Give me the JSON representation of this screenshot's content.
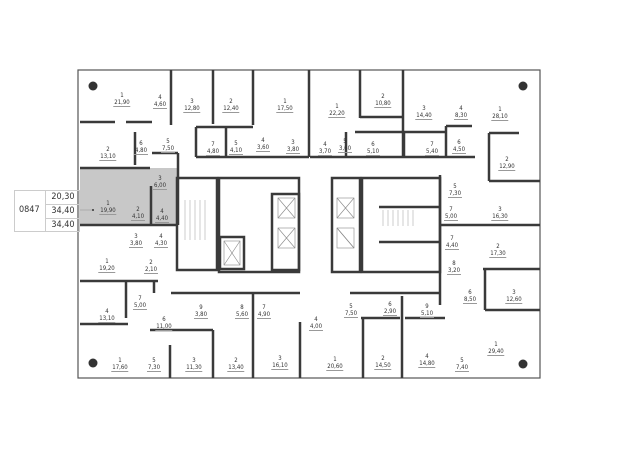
{
  "apartment": {
    "number": "0847",
    "areas": [
      "20,30",
      "34,40",
      "34,40"
    ]
  },
  "colors": {
    "wall": "#3a3a3a",
    "selected": "#c8c8c8",
    "line": "#999999"
  },
  "rooms": [
    {
      "n": "1",
      "a": "21,90"
    },
    {
      "n": "4",
      "a": "4,60"
    },
    {
      "n": "3",
      "a": "12,80"
    },
    {
      "n": "2",
      "a": "12,40"
    },
    {
      "n": "1",
      "a": "17,50"
    },
    {
      "n": "2",
      "a": "13,10"
    },
    {
      "n": "6",
      "a": "4,80"
    },
    {
      "n": "5",
      "a": "7,50"
    },
    {
      "n": "7",
      "a": "4,80"
    },
    {
      "n": "5",
      "a": "4,10"
    },
    {
      "n": "4",
      "a": "3,60"
    },
    {
      "n": "3",
      "a": "3,80"
    },
    {
      "n": "3",
      "a": "6,00"
    },
    {
      "n": "1",
      "a": "19,90"
    },
    {
      "n": "2",
      "a": "4,10"
    },
    {
      "n": "4",
      "a": "4,40"
    },
    {
      "n": "1",
      "a": "22,20"
    },
    {
      "n": "2",
      "a": "10,80"
    },
    {
      "n": "3",
      "a": "14,40"
    },
    {
      "n": "4",
      "a": "8,30"
    },
    {
      "n": "1",
      "a": "28,10"
    },
    {
      "n": "4",
      "a": "3,70"
    },
    {
      "n": "5",
      "a": "3,60"
    },
    {
      "n": "6",
      "a": "5,10"
    },
    {
      "n": "7",
      "a": "5,40"
    },
    {
      "n": "6",
      "a": "4,50"
    },
    {
      "n": "2",
      "a": "12,90"
    },
    {
      "n": "5",
      "a": "7,30"
    },
    {
      "n": "7",
      "a": "5,00"
    },
    {
      "n": "3",
      "a": "16,30"
    },
    {
      "n": "3",
      "a": "3,80"
    },
    {
      "n": "4",
      "a": "4,30"
    },
    {
      "n": "1",
      "a": "19,20"
    },
    {
      "n": "2",
      "a": "2,10"
    },
    {
      "n": "7",
      "a": "5,00"
    },
    {
      "n": "4",
      "a": "13,10"
    },
    {
      "n": "9",
      "a": "3,80"
    },
    {
      "n": "8",
      "a": "5,60"
    },
    {
      "n": "7",
      "a": "4,90"
    },
    {
      "n": "6",
      "a": "11,00"
    },
    {
      "n": "4",
      "a": "4,00"
    },
    {
      "n": "1",
      "a": "17,60"
    },
    {
      "n": "5",
      "a": "7,30"
    },
    {
      "n": "3",
      "a": "11,30"
    },
    {
      "n": "2",
      "a": "13,40"
    },
    {
      "n": "3",
      "a": "16,10"
    },
    {
      "n": "7",
      "a": "4,40"
    },
    {
      "n": "2",
      "a": "17,30"
    },
    {
      "n": "8",
      "a": "3,20"
    },
    {
      "n": "6",
      "a": "8,50"
    },
    {
      "n": "3",
      "a": "12,60"
    },
    {
      "n": "5",
      "a": "7,50"
    },
    {
      "n": "6",
      "a": "2,90"
    },
    {
      "n": "9",
      "a": "5,10"
    },
    {
      "n": "1",
      "a": "29,40"
    },
    {
      "n": "1",
      "a": "20,60"
    },
    {
      "n": "2",
      "a": "14,50"
    },
    {
      "n": "4",
      "a": "14,80"
    },
    {
      "n": "5",
      "a": "7,40"
    }
  ]
}
